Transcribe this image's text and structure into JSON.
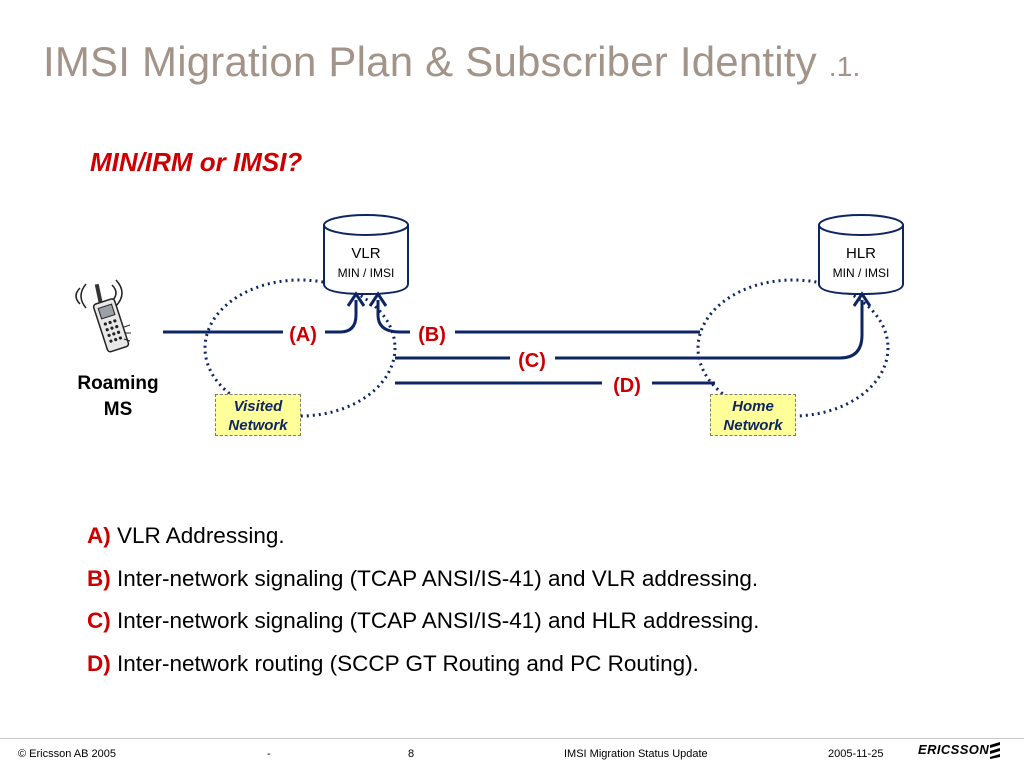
{
  "slide": {
    "title": "IMSI Migration Plan & Subscriber Identity",
    "title_suffix": ".1.",
    "subtitle": "MIN/IRM or IMSI?"
  },
  "diagram": {
    "vlr": {
      "name": "VLR",
      "sub": "MIN / IMSI"
    },
    "hlr": {
      "name": "HLR",
      "sub": "MIN / IMSI"
    },
    "ms_label_line1": "Roaming",
    "ms_label_line2": "MS",
    "visited_network": {
      "line1": "Visited",
      "line2": "Network"
    },
    "home_network": {
      "line1": "Home",
      "line2": "Network"
    },
    "labels": {
      "a": "(A)",
      "b": "(B)",
      "c": "(C)",
      "d": "(D)"
    },
    "colors": {
      "line": "#0d2563",
      "label_red": "#cc0000",
      "box_fill": "#ffff99"
    }
  },
  "legend": [
    {
      "key": "A)",
      "text": " VLR Addressing."
    },
    {
      "key": "B)",
      "text": " Inter-network signaling (TCAP ANSI/IS-41) and VLR addressing."
    },
    {
      "key": "C)",
      "text": " Inter-network signaling (TCAP ANSI/IS-41) and HLR addressing."
    },
    {
      "key": "D)",
      "text": " Inter-network routing (SCCP GT Routing and PC Routing)."
    }
  ],
  "footer": {
    "copyright": "© Ericsson AB 2005",
    "dash": "-",
    "page": "8",
    "doc_title": "IMSI Migration Status Update",
    "date": "2005-11-25",
    "logo_text": "ERICSSON",
    "logo_icon": "ericsson-logo-icon"
  }
}
